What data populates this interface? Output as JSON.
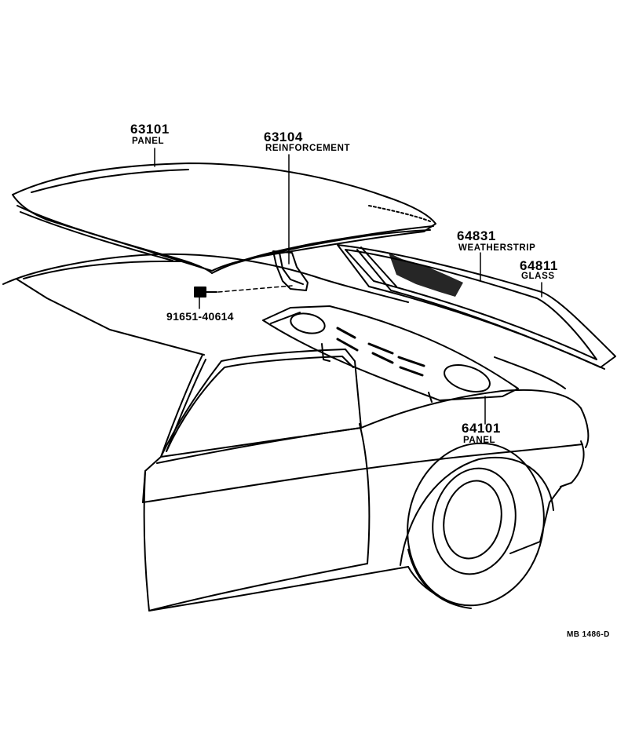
{
  "parts": [
    {
      "number": "63101",
      "name": "PANEL"
    },
    {
      "number": "63104",
      "name": "REINFORCEMENT"
    },
    {
      "number": "64831",
      "name": "WEATHERSTRIP"
    },
    {
      "number": "64811",
      "name": "GLASS"
    },
    {
      "number": "64101",
      "name": "PANEL"
    }
  ],
  "fastener": "91651-40614",
  "diagram_ref": "MB 1486-D",
  "colors": {
    "ink": "#000000",
    "paper": "#ffffff"
  }
}
